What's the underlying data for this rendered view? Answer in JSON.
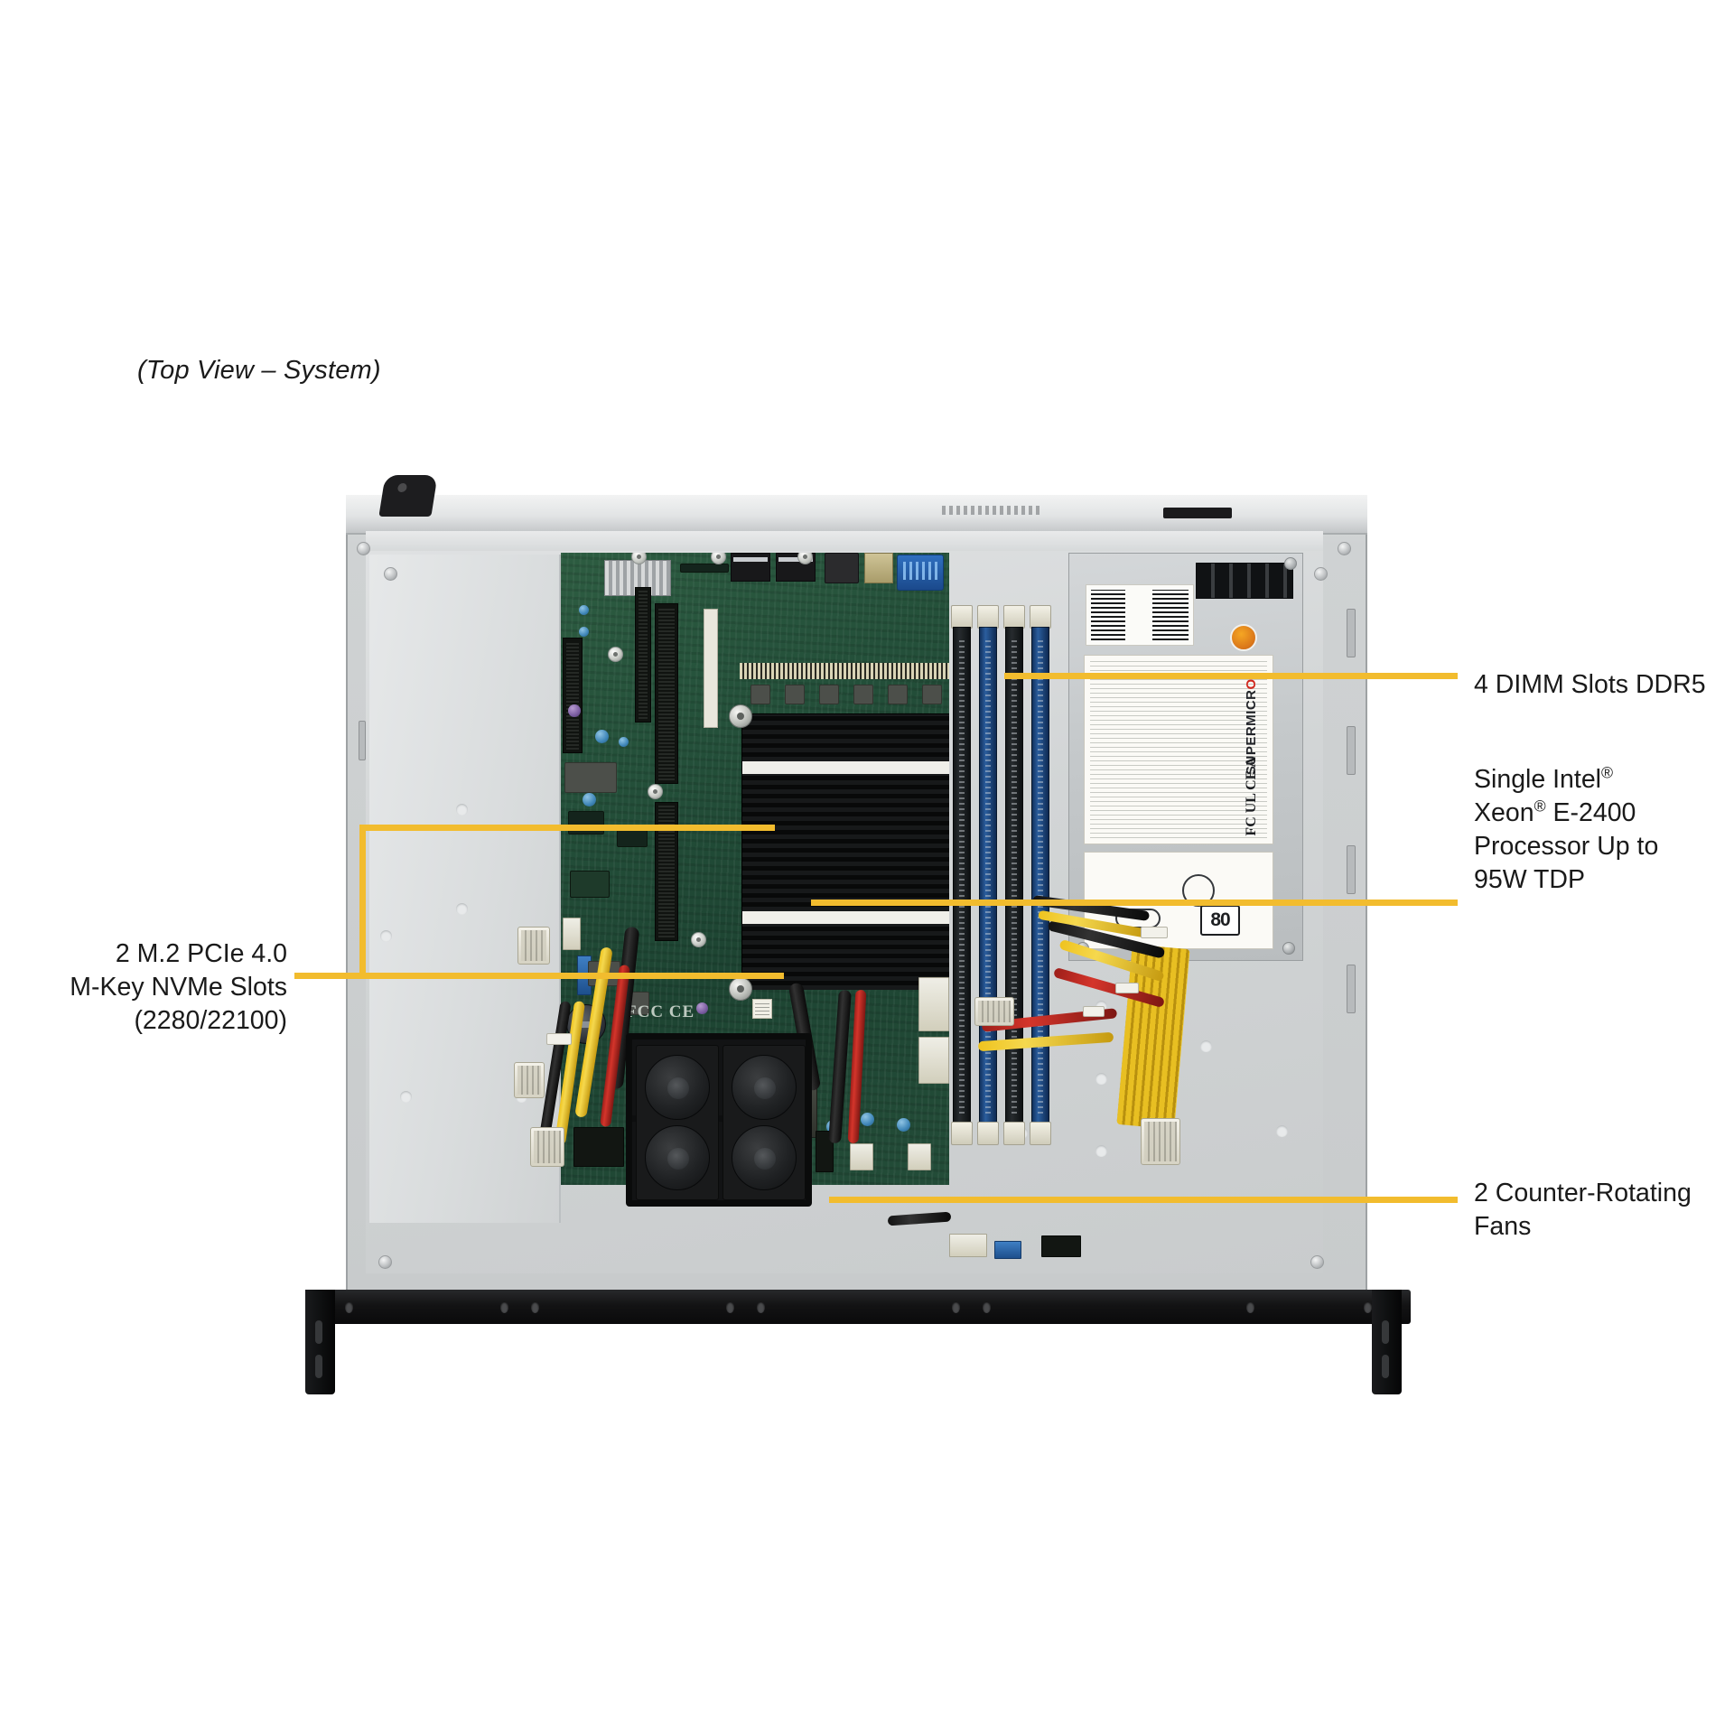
{
  "figure": {
    "caption": "(Top View – System)",
    "accent_color": "#f2bc2e",
    "board_color": "#23503a",
    "chassis_color": "#d2d5d6"
  },
  "callouts": [
    {
      "id": "dimm",
      "text": "4 DIMM Slots DDR5",
      "side": "right",
      "target": "dimm-slots"
    },
    {
      "id": "cpu",
      "line1": "Single Intel",
      "line1_sup": "®",
      "line2_a": "Xeon",
      "line2_sup": "®",
      "line2_b": " E-2400",
      "line3": "Processor Up to",
      "line4": "95W TDP",
      "side": "right",
      "target": "cpu-heatsink"
    },
    {
      "id": "fans",
      "line1": "2 Counter-Rotating",
      "line2": "Fans",
      "side": "right",
      "target": "fan-assembly"
    },
    {
      "id": "m2",
      "line1": "2 M.2 PCIe 4.0",
      "line2": "M-Key NVMe Slots",
      "line3": "(2280/22100)",
      "side": "left",
      "target": "m2-slots"
    }
  ],
  "components": {
    "psu": {
      "brand": "SUPERMICR",
      "brand_mark": "O",
      "certs": "FC  UL  CE  A",
      "efficiency_badge": "80"
    },
    "motherboard": {
      "regulatory_marks": "FCC CE",
      "dimm_count": 4,
      "fan_count": 2
    }
  }
}
